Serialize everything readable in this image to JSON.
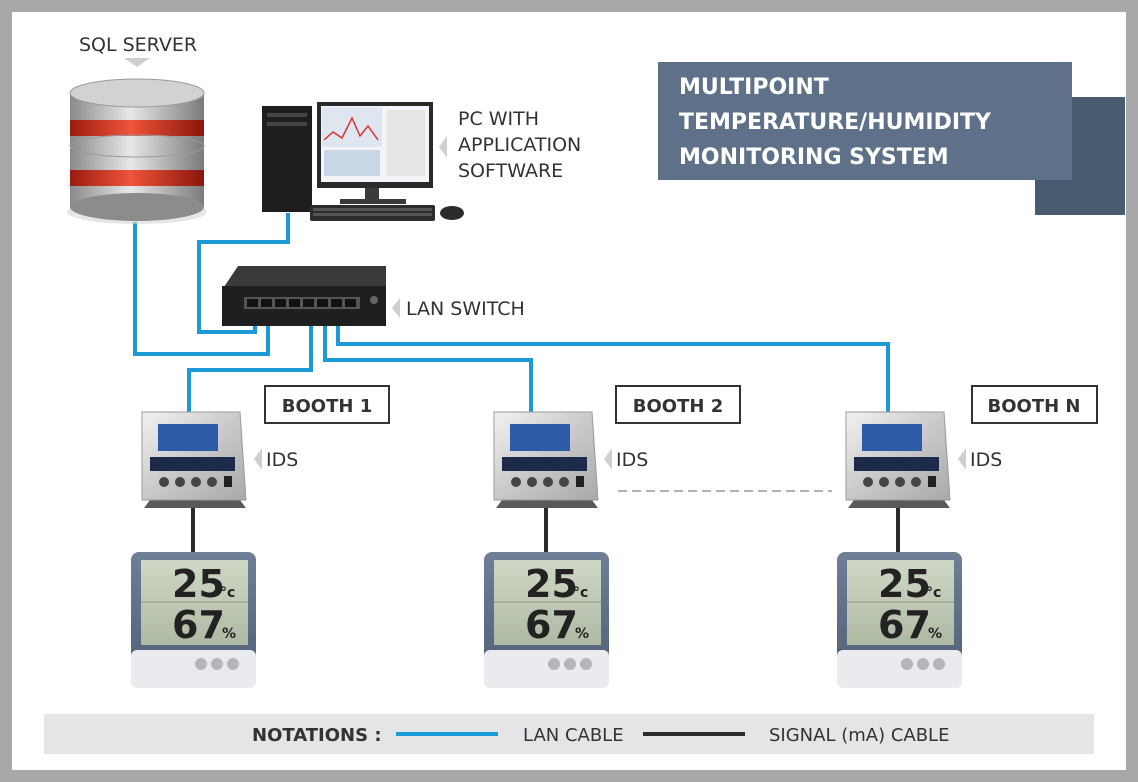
{
  "title": {
    "lines": [
      "MULTIPOINT",
      "TEMPERATURE/HUMIDITY",
      "MONITORING SYSTEM"
    ]
  },
  "nodes": {
    "sql_server": "SQL SERVER",
    "pc": [
      "PC WITH",
      "APPLICATION",
      "SOFTWARE"
    ],
    "lan_switch": "LAN SWITCH",
    "ids": "IDS"
  },
  "booths": [
    {
      "label": "BOOTH 1",
      "ids_label": "IDS",
      "temp": "25",
      "temp_unit": "°c",
      "hum": "67",
      "hum_unit": "%"
    },
    {
      "label": "BOOTH 2",
      "ids_label": "IDS",
      "temp": "25",
      "temp_unit": "°c",
      "hum": "67",
      "hum_unit": "%"
    },
    {
      "label": "BOOTH N",
      "ids_label": "IDS",
      "temp": "25",
      "temp_unit": "°c",
      "hum": "67",
      "hum_unit": "%"
    }
  ],
  "legend": {
    "title": "NOTATIONS :",
    "lan_label": "LAN CABLE",
    "signal_label": "SIGNAL (mA) CABLE"
  },
  "colors": {
    "lan_cable": "#1b9ad6",
    "signal_cable": "#2b2b2b",
    "title_banner": "#5f7188",
    "title_fold": "#485a70"
  },
  "icons": [
    "database-icon",
    "desktop-pc-icon",
    "network-switch-icon",
    "ids-controller-icon",
    "thermo-hygrometer-icon"
  ]
}
